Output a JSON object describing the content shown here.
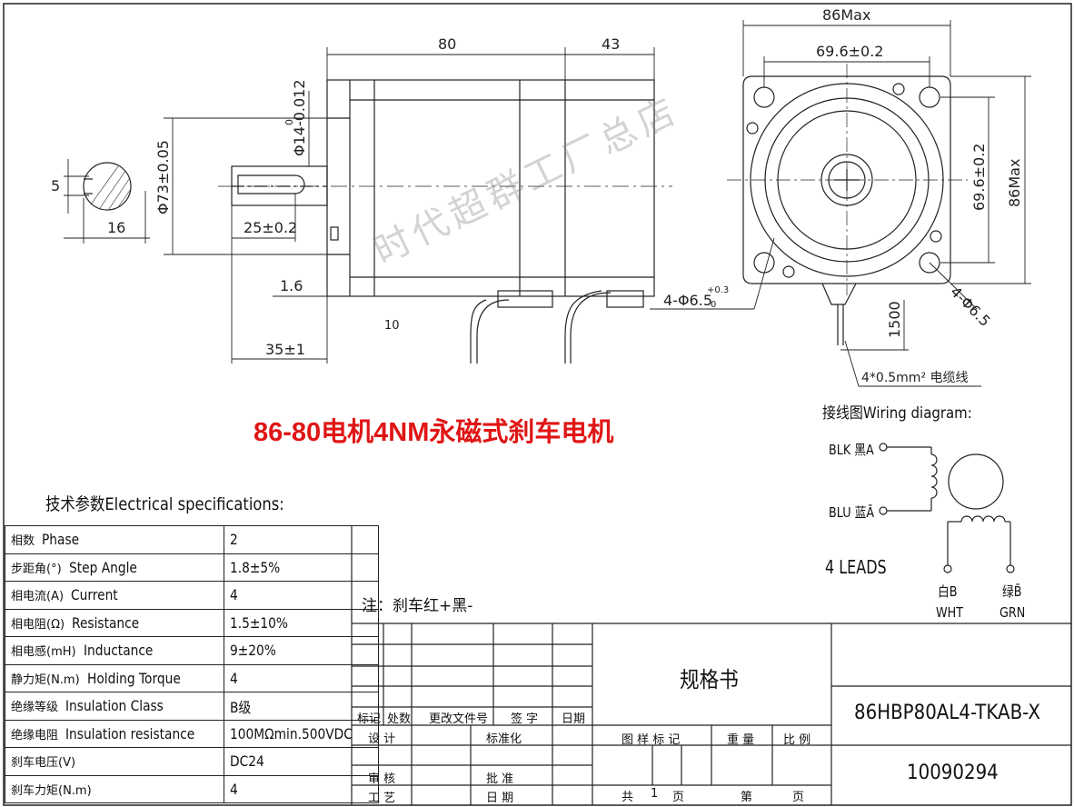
{
  "title": "86-80电机4NM永磁式刹车电机",
  "watermark": "时代超群工厂总店",
  "dimensions": {
    "body_length": "80",
    "brake_length": "43",
    "flange_max": "86Max",
    "hole_spacing": "69.6±0.2",
    "hole_spacing_v": "69.6±0.2",
    "flange_max_v": "86Max",
    "pilot_dia": "Φ73±0.05",
    "shaft_dia": "Φ14-0.012",
    "shaft_tol_upper": "0",
    "key_length": "25±0.2",
    "flange_thick": "1.6",
    "shaft_length": "35±1",
    "key_width": "5",
    "key_depth": "16",
    "mount_holes": "4-Φ6.5",
    "mount_holes_tol": "+0.3",
    "mount_holes_tol_lower": "0",
    "mount_holes_side": "4-Φ6.5",
    "lead_length": "1500",
    "cable": "4*0.5mm² 电缆线",
    "misc_mark": "10"
  },
  "spec_section_title": "技术参数Electrical specifications:",
  "specs": [
    {
      "cn": "相数",
      "en": "Phase",
      "value": "2"
    },
    {
      "cn": "步距角(°)",
      "en": "Step Angle",
      "value": "1.8±5%"
    },
    {
      "cn": "相电流(A)",
      "en": "Current",
      "value": "4"
    },
    {
      "cn": "相电阻(Ω)",
      "en": "Resistance",
      "value": "1.5±10%"
    },
    {
      "cn": "相电感(mH)",
      "en": "Inductance",
      "value": "9±20%"
    },
    {
      "cn": "静力矩(N.m)",
      "en": "Holding Torque",
      "value": "4"
    },
    {
      "cn": "绝缘等级",
      "en": "Insulation Class",
      "value": "B级"
    },
    {
      "cn": "绝缘电阻",
      "en": "Insulation resistance",
      "value": "100MΩmin.500VDC"
    },
    {
      "cn": "刹车电压(V)",
      "en": "",
      "value": "DC24"
    },
    {
      "cn": "刹车力矩(N.m)",
      "en": "",
      "value": "4"
    }
  ],
  "note": "注：刹车红+黑-",
  "wiring": {
    "title": "接线图Wiring diagram:",
    "blk": "BLK 黑A",
    "blu": "BLU 蓝Ā",
    "leads": "4 LEADS",
    "white_cn": "白B",
    "white_en": "WHT",
    "green_cn": "绿B̄",
    "green_en": "GRN"
  },
  "title_block": {
    "doc_name": "规格书",
    "model": "86HBP80AL4-TKAB-X",
    "drawing_no": "10090294",
    "row_labels": {
      "mark": "标记",
      "count": "处数",
      "change_doc": "更改文件号",
      "signature": "签 字",
      "date": "日期",
      "design": "设 计",
      "standardization": "标准化",
      "review": "审 核",
      "approve": "批 准",
      "process": "工 艺",
      "date2": "日 期"
    },
    "mid_labels": {
      "drawing_mark": "图 样 标 记",
      "weight": "重 量",
      "scale": "比 例"
    },
    "pages": {
      "total_prefix": "共",
      "total": "1",
      "page_word": "页",
      "sheet_prefix": "第",
      "sheet_word": "页"
    }
  }
}
